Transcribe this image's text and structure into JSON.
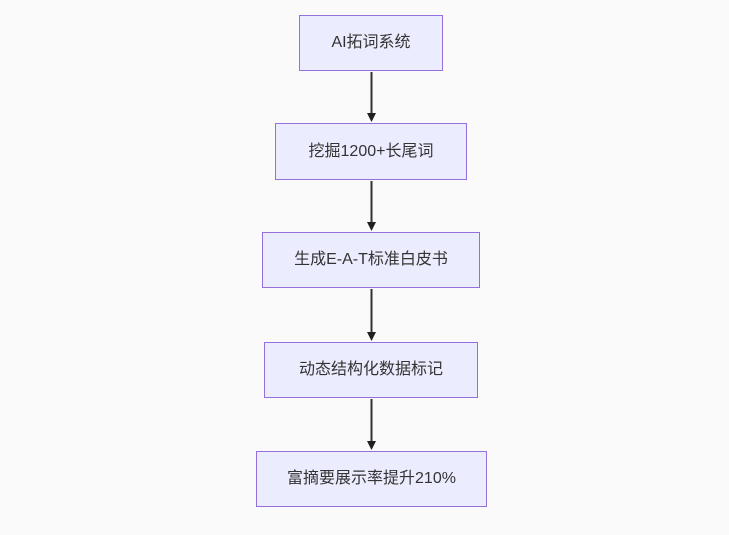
{
  "diagram": {
    "type": "flowchart",
    "direction": "top-down",
    "nodes": [
      {
        "id": "n1",
        "label": "AI拓词系统"
      },
      {
        "id": "n2",
        "label": "挖掘1200+长尾词"
      },
      {
        "id": "n3",
        "label": "生成E-A-T标准白皮书"
      },
      {
        "id": "n4",
        "label": "动态结构化数据标记"
      },
      {
        "id": "n5",
        "label": "富摘要展示率提升210%"
      }
    ],
    "edges": [
      {
        "from": "n1",
        "to": "n2"
      },
      {
        "from": "n2",
        "to": "n3"
      },
      {
        "from": "n3",
        "to": "n4"
      },
      {
        "from": "n4",
        "to": "n5"
      }
    ],
    "colors": {
      "node_fill": "#ececff",
      "node_border": "#9370db",
      "node_text": "#333333",
      "arrow_line": "#333333",
      "arrow_head": "#1f1f1f",
      "background": "#fafafa"
    }
  }
}
